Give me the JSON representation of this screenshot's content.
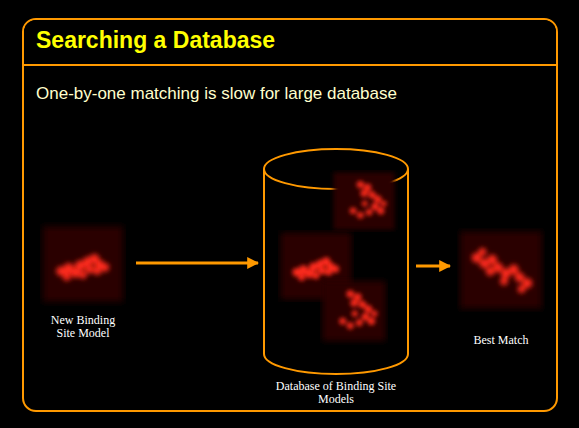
{
  "diagram": {
    "title": "Searching a Database",
    "nodes": [
      {
        "text": [
          "New Binding Site Model"
        ]
      },
      {
        "text": [
          "Database of Binding Site Models"
        ]
      },
      {
        "text": [
          "Best Match"
        ]
      }
    ],
    "edges": [
      {
        "from": 0,
        "to": 1,
        "arrow": "to"
      },
      {
        "from": 1,
        "to": 2,
        "arrow": "to"
      }
    ],
    "labels": [
      "One-by-one matching is slow for large database"
    ]
  }
}
